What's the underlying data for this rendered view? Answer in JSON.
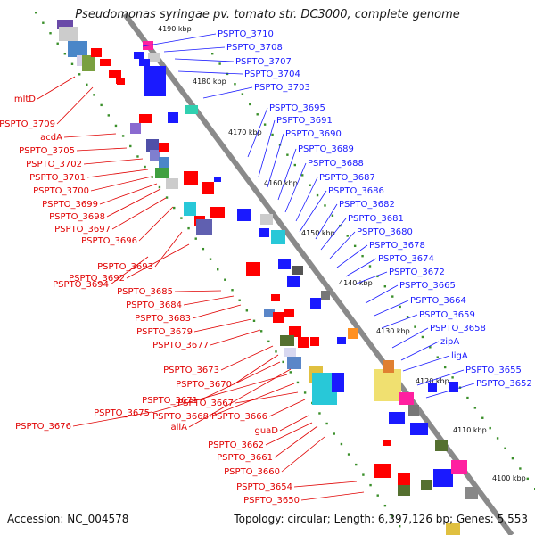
{
  "header": {
    "title": "Pseudomonas syringae pv. tomato str. DC3000, complete genome"
  },
  "footer": {
    "accession": "Accession: NC_004578",
    "stats": "Topology: circular; Length: 6,397,126 bp; Genes: 5,553"
  },
  "colors": {
    "backbone": "#8a8a8a",
    "forward_label": "#1a1aff",
    "reverse_label": "#e00000",
    "tick": "#3a8f2a"
  },
  "kbp_ticks": [
    "4190 kbp",
    "4180 kbp",
    "4170 kbp",
    "4160 kbp",
    "4150 kbp",
    "4140 kbp",
    "4130 kbp",
    "4120 kbp",
    "4110 kbp",
    "4100 kbp"
  ],
  "right_labels": [
    "PSPTO_3710",
    "PSPTO_3708",
    "PSPTO_3707",
    "PSPTO_3704",
    "PSPTO_3703",
    "PSPTO_3695",
    "PSPTO_3691",
    "PSPTO_3690",
    "PSPTO_3689",
    "PSPTO_3688",
    "PSPTO_3687",
    "PSPTO_3686",
    "PSPTO_3682",
    "PSPTO_3681",
    "PSPTO_3680",
    "PSPTO_3678",
    "PSPTO_3674",
    "PSPTO_3672",
    "PSPTO_3665",
    "PSPTO_3664",
    "PSPTO_3659",
    "PSPTO_3658",
    "zipA",
    "ligA",
    "PSPTO_3655",
    "PSPTO_3652"
  ],
  "left_labels": [
    "mltD",
    "PSPTO_3709",
    "acdA",
    "PSPTO_3705",
    "PSPTO_3702",
    "PSPTO_3701",
    "PSPTO_3700",
    "PSPTO_3699",
    "PSPTO_3698",
    "PSPTO_3697",
    "PSPTO_3696",
    "PSPTO_3693",
    "PSPTO_3694",
    "PSPTO_3692",
    "PSPTO_3685",
    "PSPTO_3684",
    "PSPTO_3683",
    "PSPTO_3679",
    "PSPTO_3677",
    "PSPTO_3673",
    "PSPTO_3670",
    "PSPTO_3671",
    "PSPTO_3675",
    "PSPTO_3668",
    "PSPTO_3667",
    "PSPTO_3666",
    "PSPTO_3676",
    "allA",
    "guaD",
    "PSPTO_3662",
    "PSPTO_3661",
    "PSPTO_3660",
    "PSPTO_3654",
    "PSPTO_3650"
  ]
}
